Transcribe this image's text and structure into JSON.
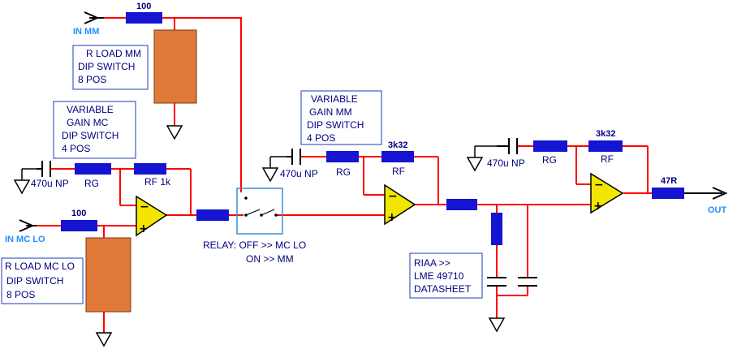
{
  "colors": {
    "wire": "#ff0000",
    "resistor": "#1414d2",
    "dip": "#e07838",
    "opamp": "#f2e600",
    "text": "#000080",
    "port": "#1e90ff",
    "relay_box": "#3c8cd2"
  },
  "ports": {
    "in_mm": "IN MM",
    "in_mc_lo": "IN MC LO",
    "out": "OUT"
  },
  "components": {
    "r_in_mm": "100",
    "r_in_mc": "100",
    "rg_mc": "RG",
    "rf_mc": "RF  1k",
    "cap_mc": "470u NP",
    "cap_mm": "470u NP",
    "rg_mm": "RG",
    "rf_mm_value": "3k32",
    "rf_mm": "RF",
    "cap_out": "470u NP",
    "rg_out": "RG",
    "rf_out_value": "3k32",
    "rf_out": "RF",
    "r_out": "47R"
  },
  "notes": {
    "rload_mm": [
      "R LOAD MM",
      "DIP SWITCH",
      "8 POS"
    ],
    "gain_mc": [
      "VARIABLE",
      "GAIN MC",
      "DIP SWITCH",
      "4 POS"
    ],
    "gain_mm": [
      "VARIABLE",
      "GAIN MM",
      "DIP SWITCH",
      "4 POS"
    ],
    "rload_mc": [
      "R LOAD MC LO",
      "DIP SWITCH",
      "8 POS"
    ],
    "riaa": [
      "RIAA >>",
      "LME 49710",
      "DATASHEET"
    ],
    "relay": [
      "RELAY: OFF >> MC LO",
      "ON >>  MM"
    ]
  }
}
